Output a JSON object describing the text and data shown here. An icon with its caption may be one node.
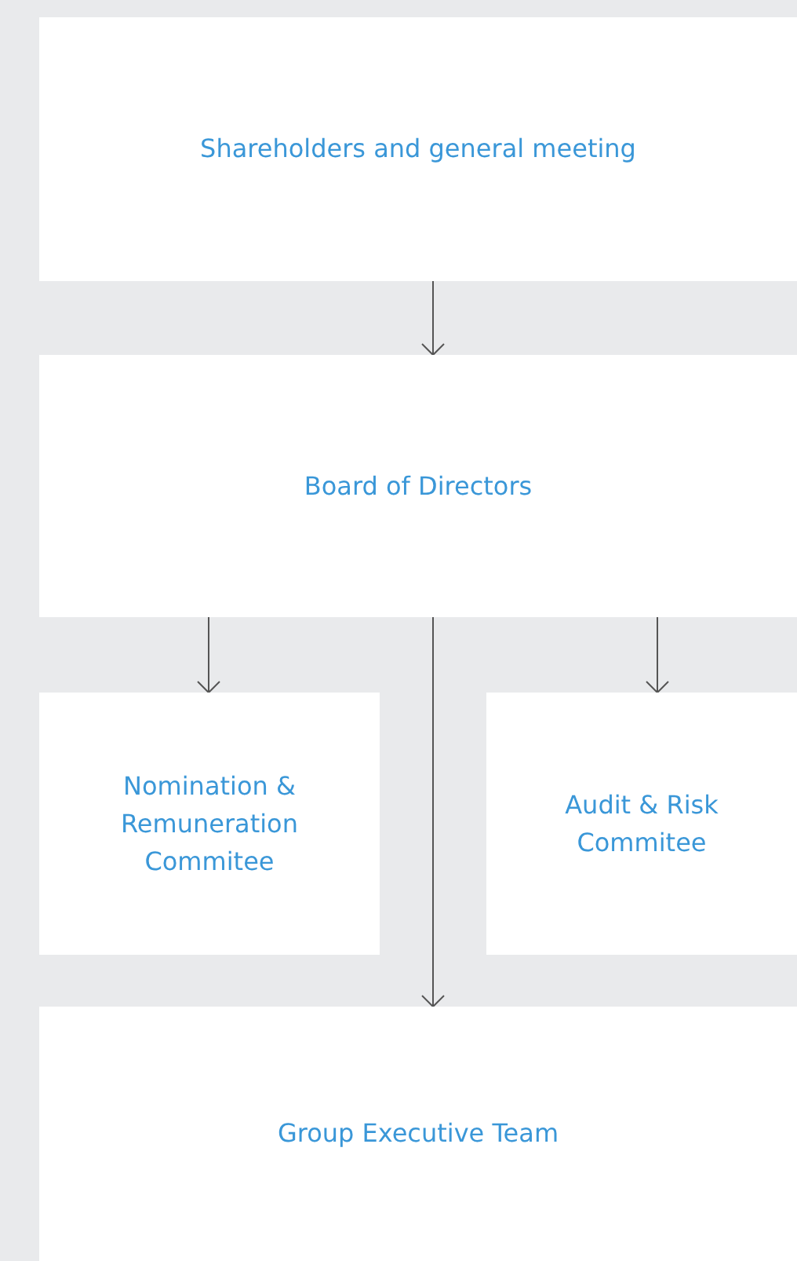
{
  "diagram": {
    "nodes": [
      {
        "text": [
          "Shareholders and general meeting"
        ]
      },
      {
        "text": [
          "Board of Directors"
        ]
      },
      {
        "text": [
          "Nomination & Remuneration Commitee"
        ]
      },
      {
        "text": [
          "Audit & Risk Commitee"
        ]
      },
      {
        "text": [
          "Group Executive Team"
        ]
      }
    ],
    "edges": [
      {
        "from": 0,
        "to": 1,
        "arrow": "to"
      },
      {
        "from": 1,
        "to": 2,
        "arrow": "to"
      },
      {
        "from": 1,
        "to": 3,
        "arrow": "to"
      },
      {
        "from": 1,
        "to": 4,
        "arrow": "to"
      }
    ]
  }
}
